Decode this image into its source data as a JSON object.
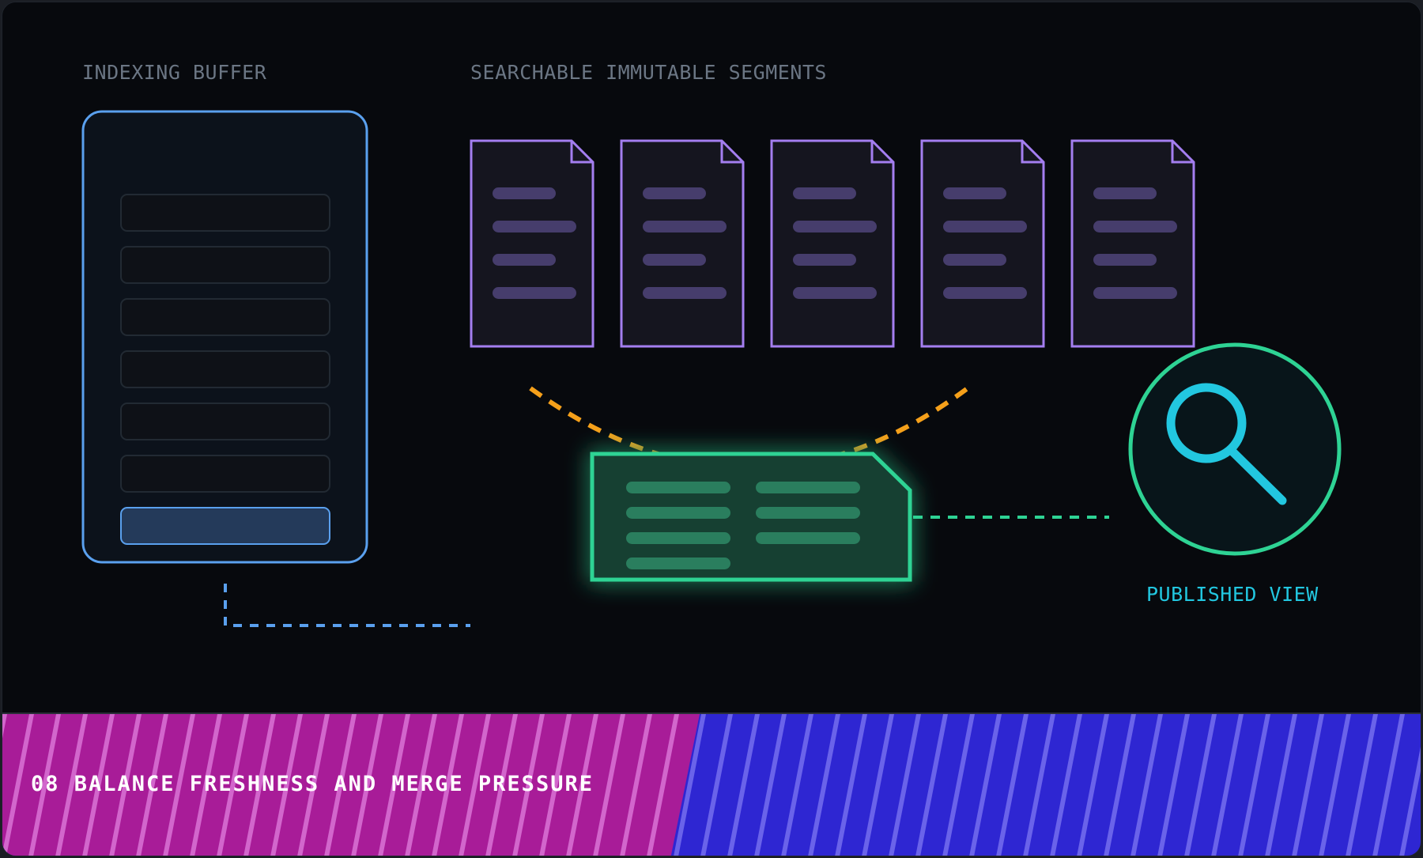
{
  "labels": {
    "indexing_buffer": "INDEXING BUFFER",
    "searchable_segments": "SEARCHABLE IMMUTABLE SEGMENTS",
    "published_view": "PUBLISHED VIEW"
  },
  "banner": {
    "title": "08 BALANCE FRESHNESS AND MERGE PRESSURE"
  },
  "icons": {
    "segment": "document-icon",
    "merged_segment": "merged-segment-icon",
    "search": "magnifier-icon"
  },
  "colors": {
    "background": "#07090d",
    "buffer_accent": "#5aa0ee",
    "segment_accent": "#a47ef0",
    "merge_arc": "#f5a01a",
    "merged_accent": "#2ed394",
    "search_accent": "#22c7e0",
    "banner_magenta": "#a81c98",
    "banner_blue": "#2e26d2"
  }
}
